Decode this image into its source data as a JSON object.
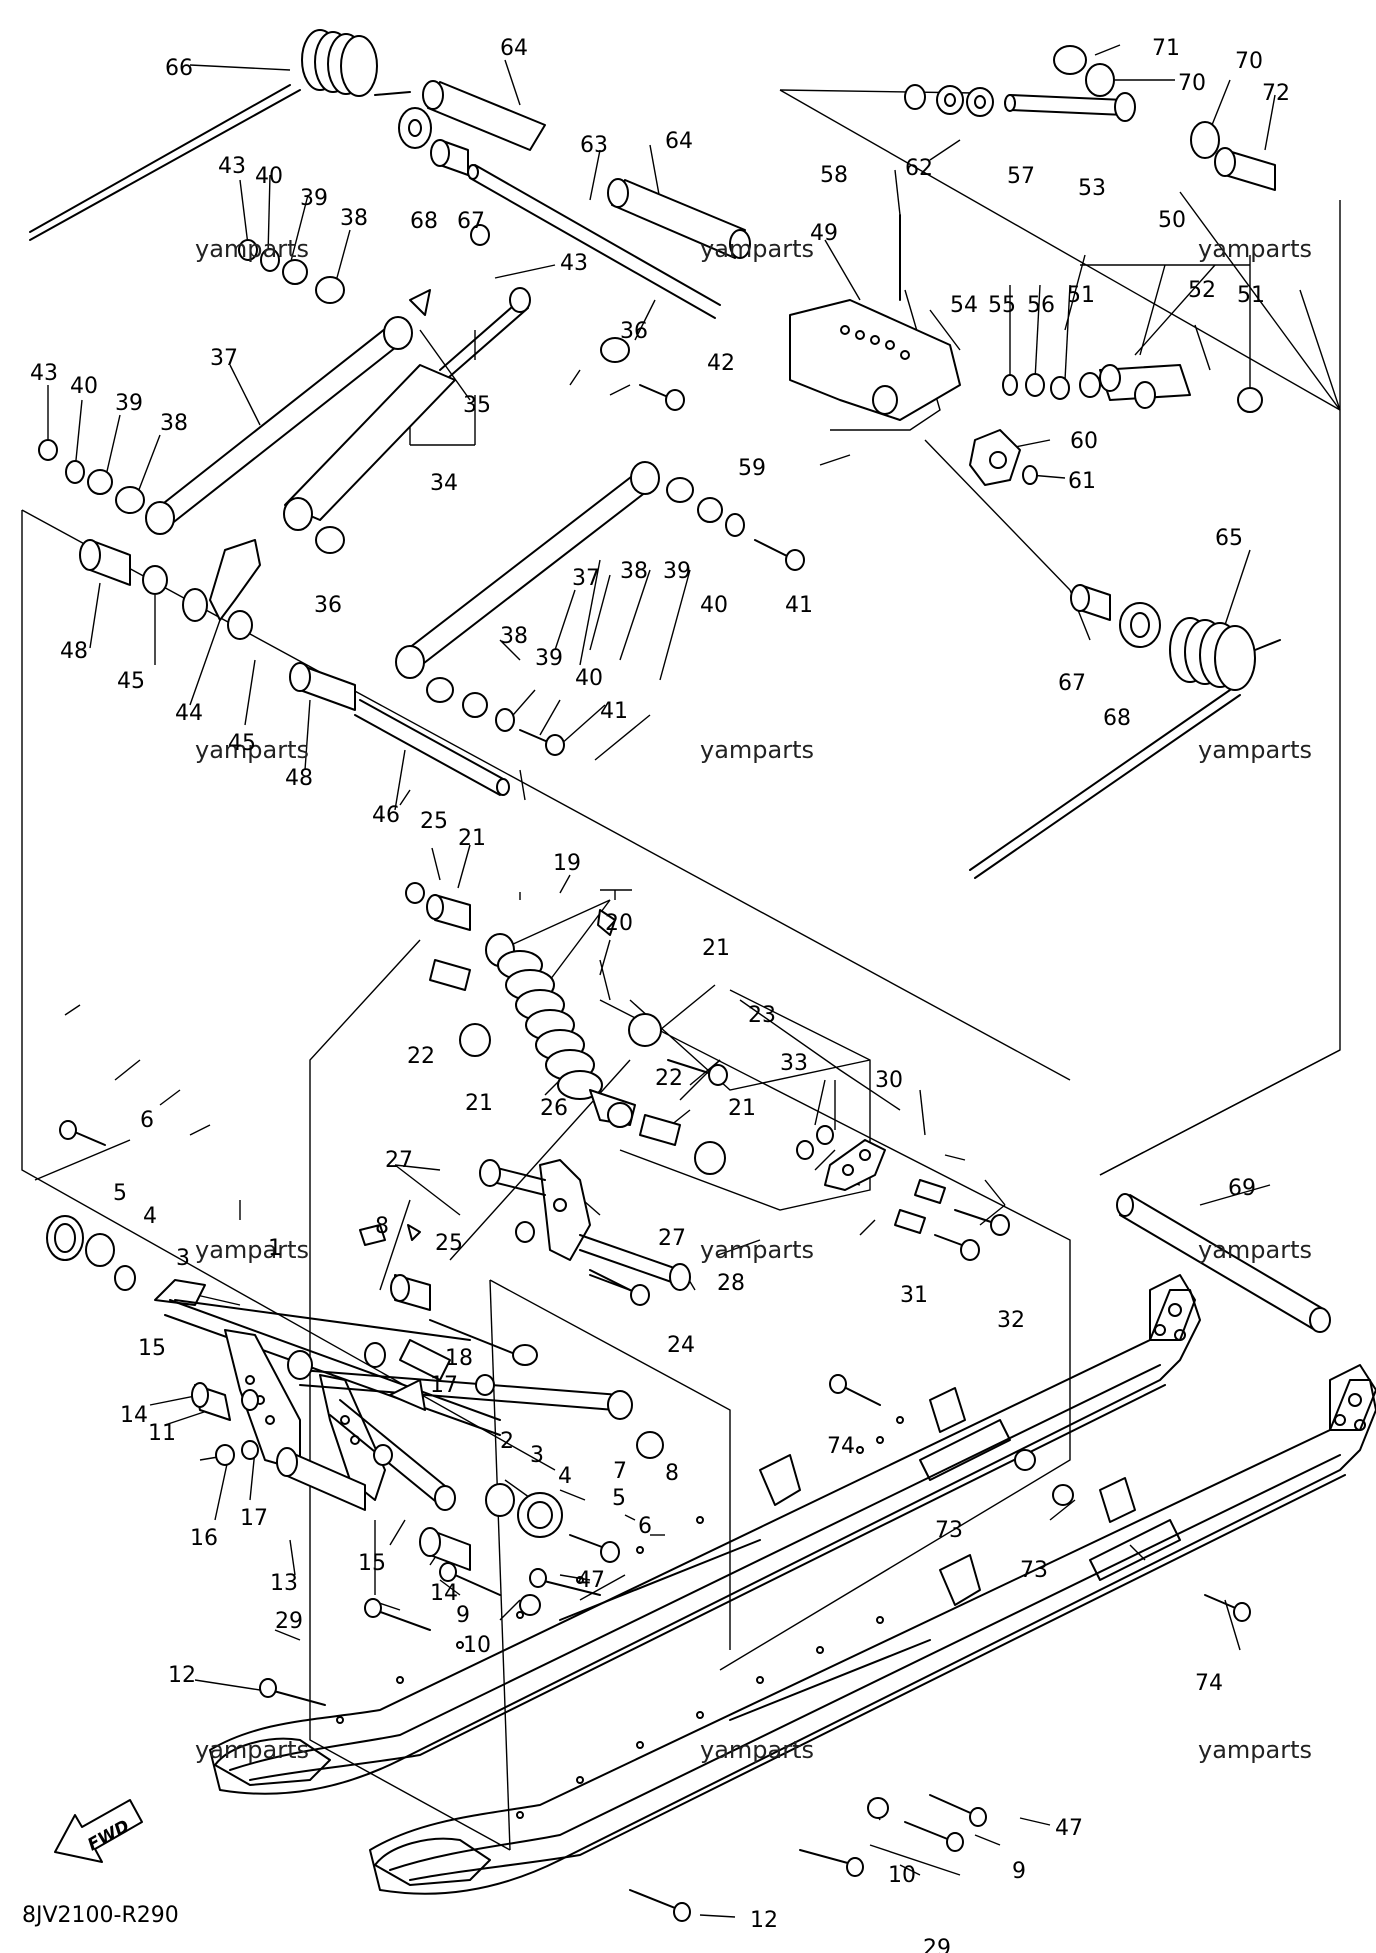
{
  "watermark": "yamparts",
  "diagram_code": "8JV2100-R290",
  "fwd_label": "FWD",
  "callouts": [
    "1",
    "2",
    "3",
    "4",
    "5",
    "6",
    "7",
    "8",
    "9",
    "10",
    "11",
    "12",
    "13",
    "14",
    "15",
    "16",
    "17",
    "18",
    "19",
    "20",
    "21",
    "22",
    "23",
    "24",
    "25",
    "26",
    "27",
    "28",
    "29",
    "30",
    "31",
    "32",
    "33",
    "34",
    "35",
    "36",
    "37",
    "38",
    "39",
    "40",
    "41",
    "42",
    "43",
    "44",
    "45",
    "46",
    "47",
    "48",
    "49",
    "50",
    "51",
    "52",
    "53",
    "54",
    "55",
    "56",
    "57",
    "58",
    "59",
    "60",
    "61",
    "62",
    "63",
    "64",
    "65",
    "66",
    "67",
    "68",
    "69",
    "70",
    "71",
    "72",
    "73",
    "74"
  ]
}
